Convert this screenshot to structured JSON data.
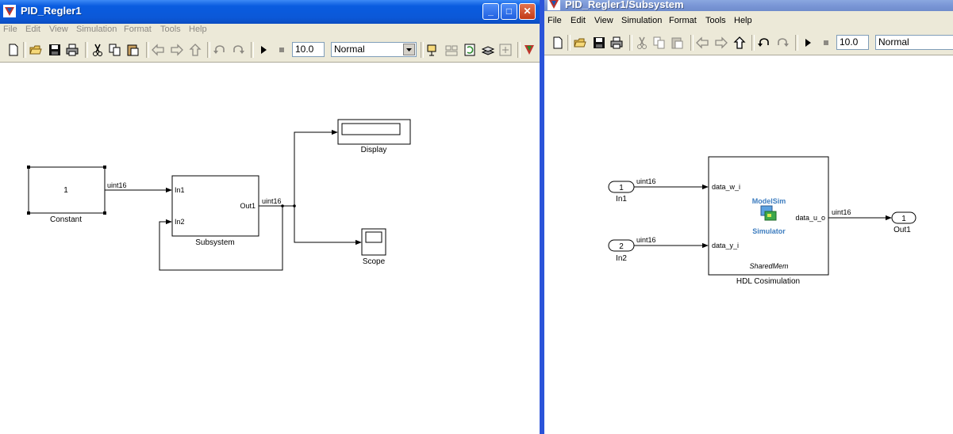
{
  "left_window": {
    "title": "PID_Regler1",
    "menus": [
      "File",
      "Edit",
      "View",
      "Simulation",
      "Format",
      "Tools",
      "Help"
    ],
    "toolbar": {
      "stop_time": "10.0",
      "sim_mode": "Normal"
    },
    "blocks": {
      "constant": {
        "value": "1",
        "name": "Constant"
      },
      "subsystem": {
        "in1": "In1",
        "in2": "In2",
        "out1": "Out1",
        "name": "Subsystem"
      },
      "display": {
        "name": "Display"
      },
      "scope": {
        "name": "Scope"
      }
    },
    "signals": {
      "constant_to_subsystem": "uint16",
      "subsystem_out": "uint16"
    }
  },
  "right_window": {
    "title": "PID_Regler1/Subsystem",
    "menus": [
      "File",
      "Edit",
      "View",
      "Simulation",
      "Format",
      "Tools",
      "Help"
    ],
    "toolbar": {
      "stop_time": "10.0",
      "sim_mode": "Normal"
    },
    "blocks": {
      "in1": {
        "number": "1",
        "name": "In1"
      },
      "in2": {
        "number": "2",
        "name": "In2"
      },
      "out1": {
        "number": "1",
        "name": "Out1"
      },
      "cosim": {
        "port_in1": "data_w_i",
        "port_in2": "data_y_i",
        "port_out": "data_u_o",
        "logo_top": "ModelSim",
        "logo_bottom": "Simulator",
        "connection": "SharedMem",
        "name": "HDL Cosimulation"
      }
    },
    "signals": {
      "in1": "uint16",
      "in2": "uint16",
      "out": "uint16"
    }
  },
  "icons": [
    "new-model-icon",
    "open-icon",
    "save-icon",
    "print-icon",
    "cut-icon",
    "copy-icon",
    "paste-icon",
    "back-icon",
    "forward-icon",
    "up-icon",
    "undo-icon",
    "redo-icon",
    "start-icon",
    "stop-icon",
    "build-icon",
    "library-icon",
    "update-icon",
    "model-explorer-icon",
    "debug-icon"
  ]
}
